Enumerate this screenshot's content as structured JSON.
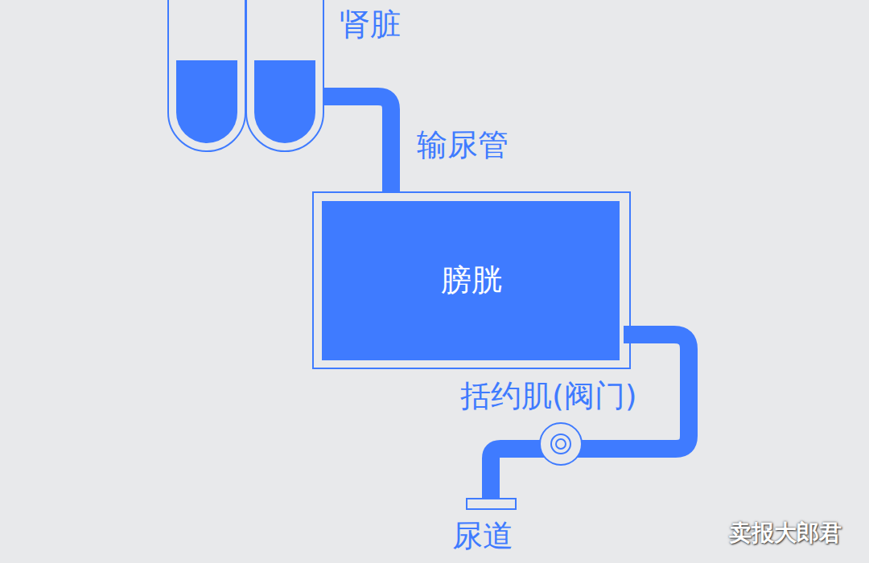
{
  "diagram": {
    "nodes": [
      {
        "text": [
          "肾脏"
        ]
      },
      {
        "text": [
          "膀胱"
        ]
      }
    ],
    "edges": [
      {
        "from": 0,
        "to": 1,
        "label": "输尿管",
        "arrow": "none"
      }
    ],
    "labels": [
      "括约肌(阀门)",
      "尿道",
      "卖报大郎君"
    ]
  }
}
